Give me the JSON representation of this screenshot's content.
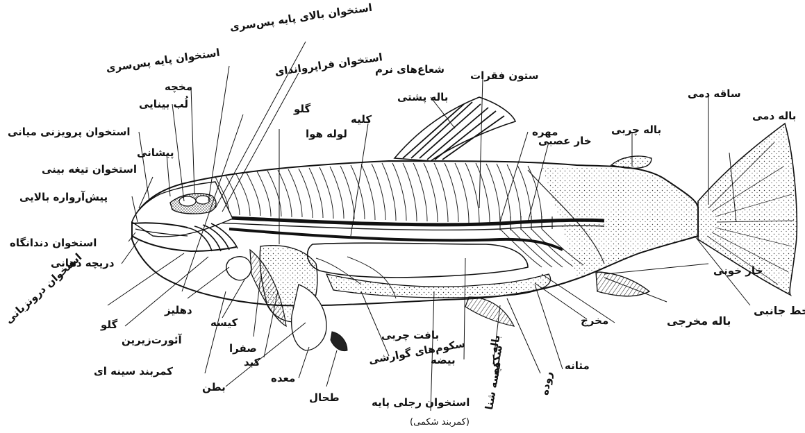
{
  "labels": {
    "supraoccipital": "استخوان بالای پایه پس‌سری",
    "basioccipital": "استخوان پایه پس‌سری",
    "pterotic": "استخوان فراپرواندای",
    "soft_rays": "شعاع‌های نرم",
    "vertebral_column": "ستون فقرات",
    "cerebellum": "مخچه",
    "optic_lobe": "لُب بینایی",
    "dorsal_fin": "باله پشتی",
    "caudal_peduncle": "ساقه دمی",
    "caudal_fin": "باله دمی",
    "vertebra": "مهره",
    "parasphenoid": "استخوان پرویزنی میانی",
    "frontal": "پیشانی",
    "pharynx_top": "گلو",
    "kidney": "کلیه",
    "air_duct": "لوله هوا",
    "adipose_fin": "باله چربی",
    "neural_spine": "خار عصبی",
    "vomer": "استخوان تیغه بینی",
    "premaxilla": "پیش‌آرواره بالایی",
    "dentary": "استخوان دندانگاه",
    "mouth_opening": "دریچه دهانی",
    "hypohyal": "استخوان درونزبانی",
    "pharynx_bottom": "گلو",
    "atrium": "دهلیز",
    "ventral_aorta": "آئورت‌زیرین",
    "cyst": "کیسه",
    "gallbladder": "صفرا",
    "liver": "کبد",
    "pectoral_girdle": "کمربند سینه ای",
    "ventricle": "بطن",
    "stomach": "معده",
    "spleen": "طحال",
    "pyloric_caeca": "سکوم‌های گوارشی",
    "adipose_tissue": "بافت چربی",
    "ovary": "بیضه",
    "pelvic_bone": "استخوان رجلی پایه",
    "pelvic_girdle_note": "(کمربند شکمی)",
    "pelvic_fin_1": "باله",
    "pelvic_fin_2": "شکمی",
    "swim_bladder": "کیسه شنا",
    "intestine": "روده",
    "urinary_bladder": "مثانه",
    "anus": "مخرج",
    "haemal_spine": "خار خونی",
    "anal_fin": "باله مخرجی",
    "lateral_line": "خط جانبی"
  }
}
